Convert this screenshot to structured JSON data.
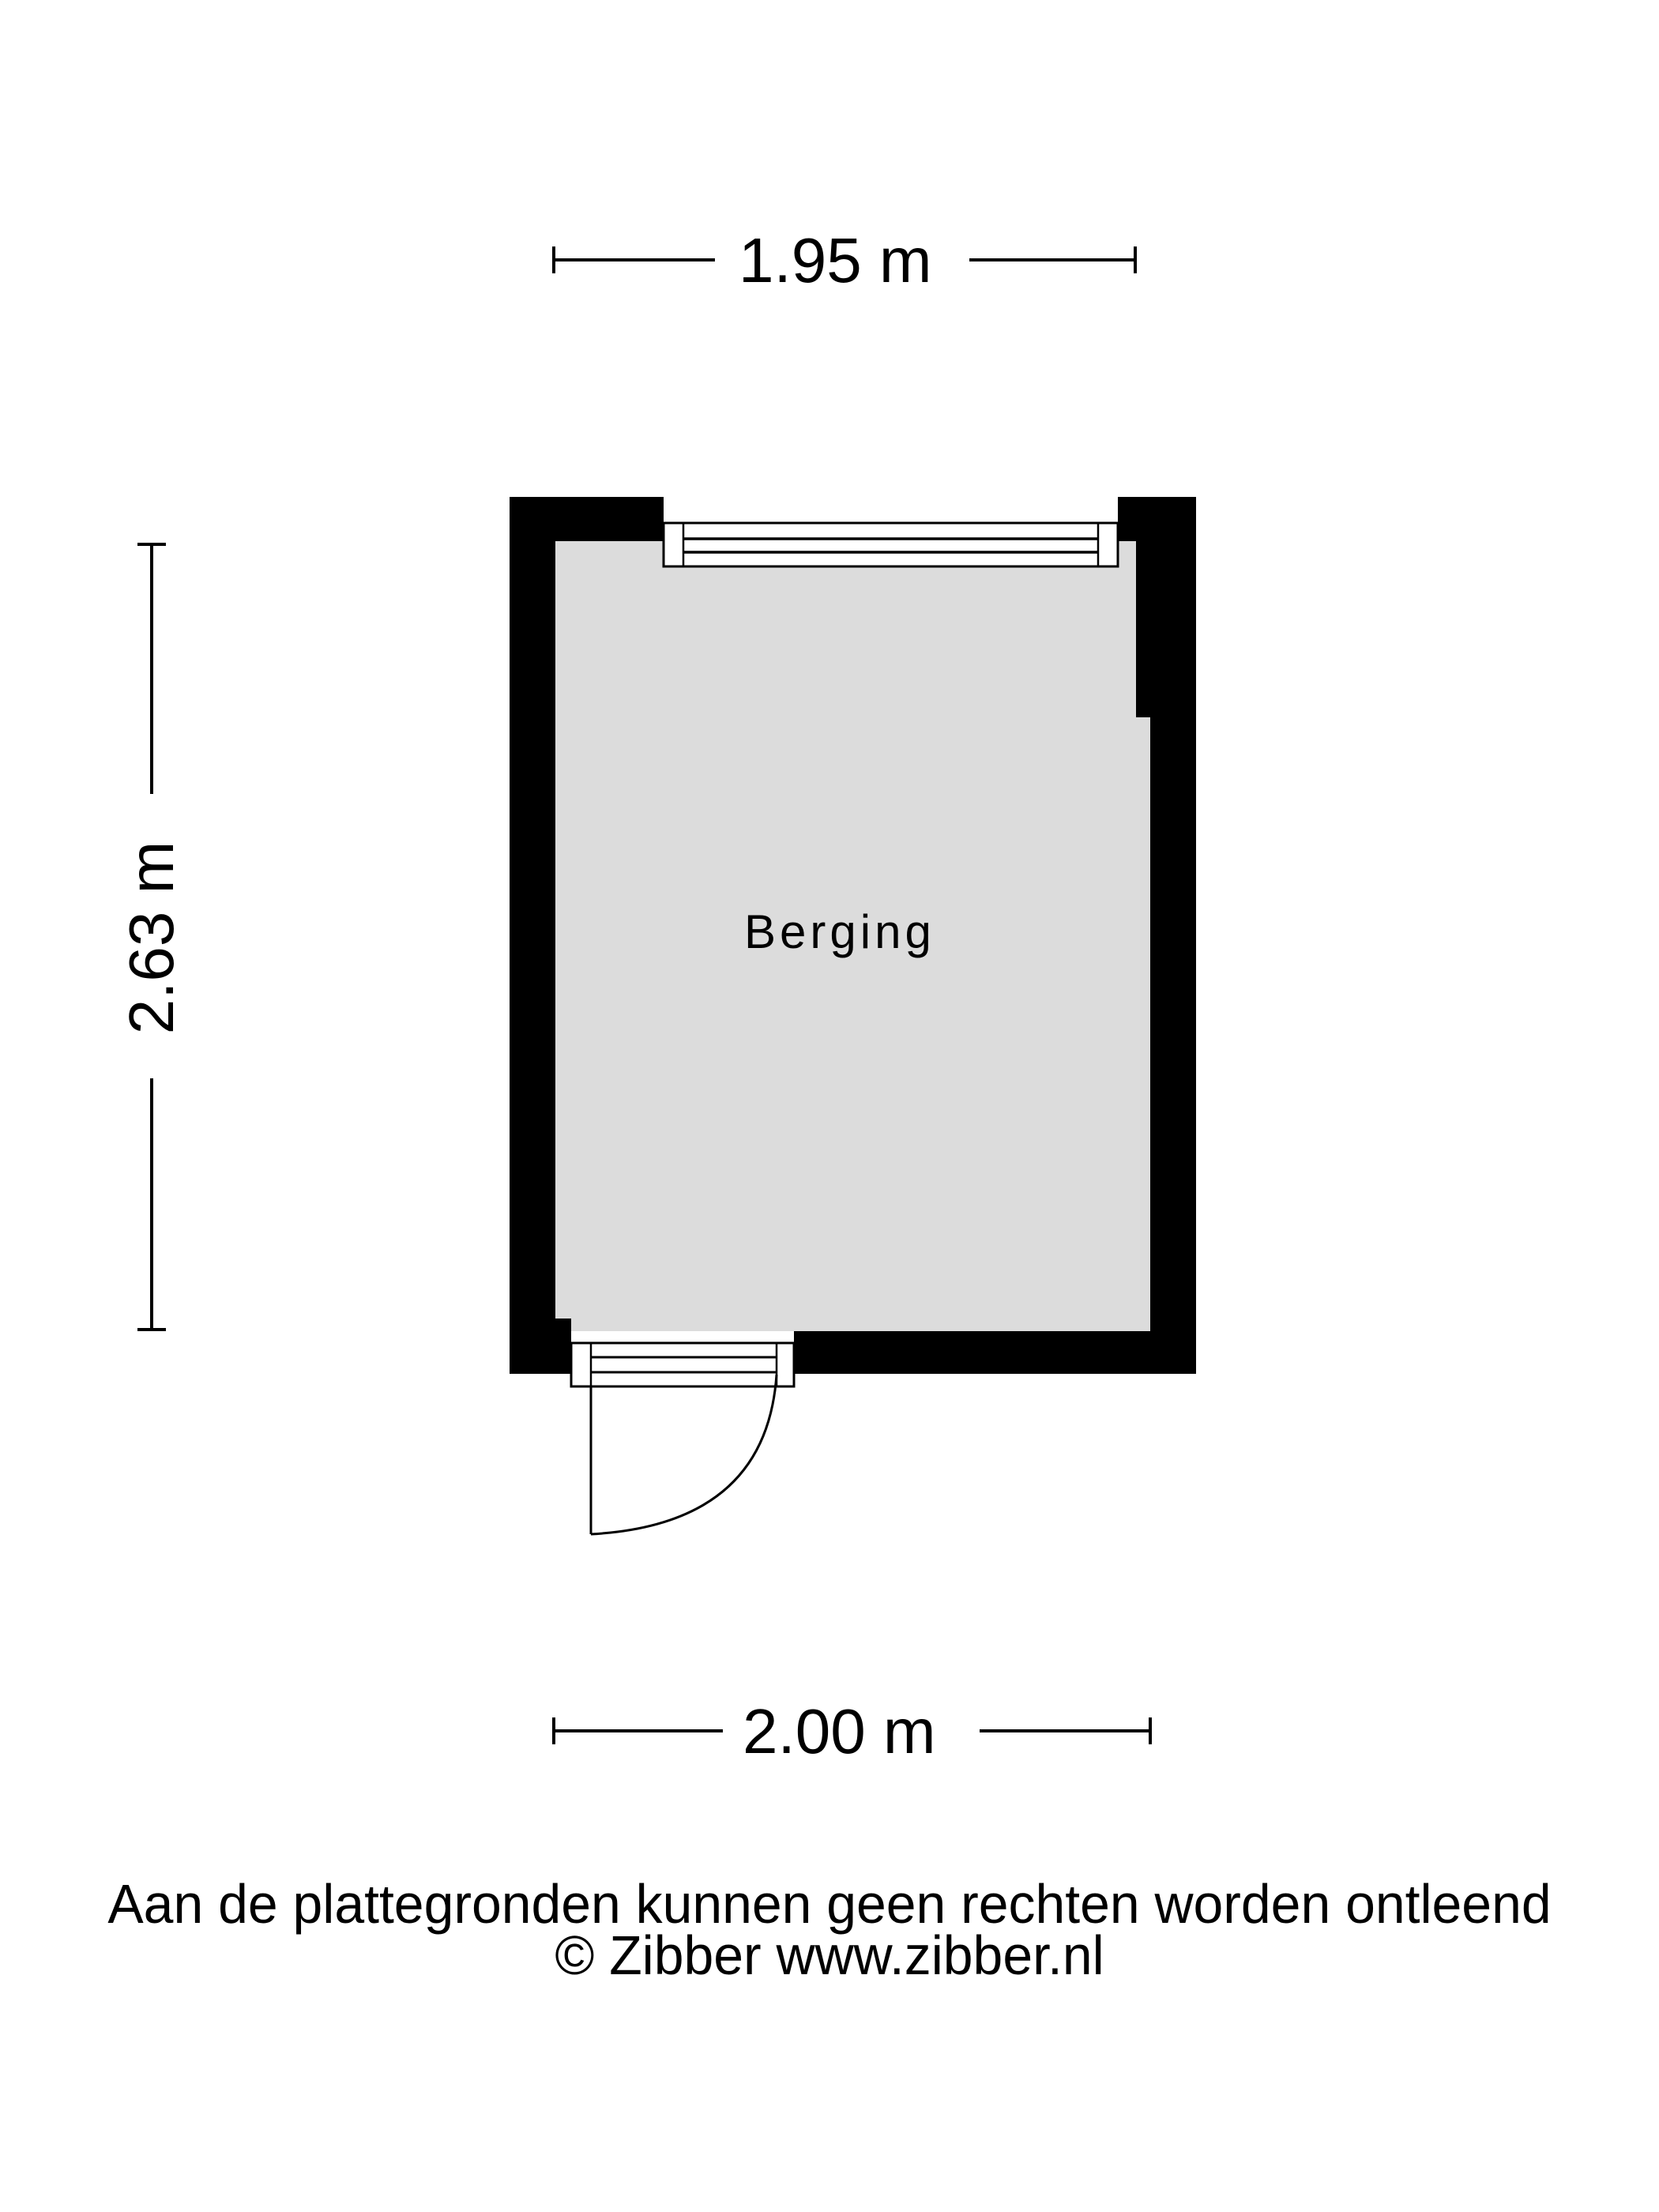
{
  "floorplan": {
    "room": {
      "name": "Berging",
      "fill_color": "#dcdcdc"
    },
    "wall_color": "#000000",
    "dimensions": {
      "top_width": "1.95 m",
      "left_height": "2.63 m",
      "bottom_width": "2.00 m"
    }
  },
  "footer": {
    "disclaimer": "Aan de plattegronden kunnen geen rechten worden ontleend",
    "copyright": "© Zibber www.zibber.nl"
  }
}
